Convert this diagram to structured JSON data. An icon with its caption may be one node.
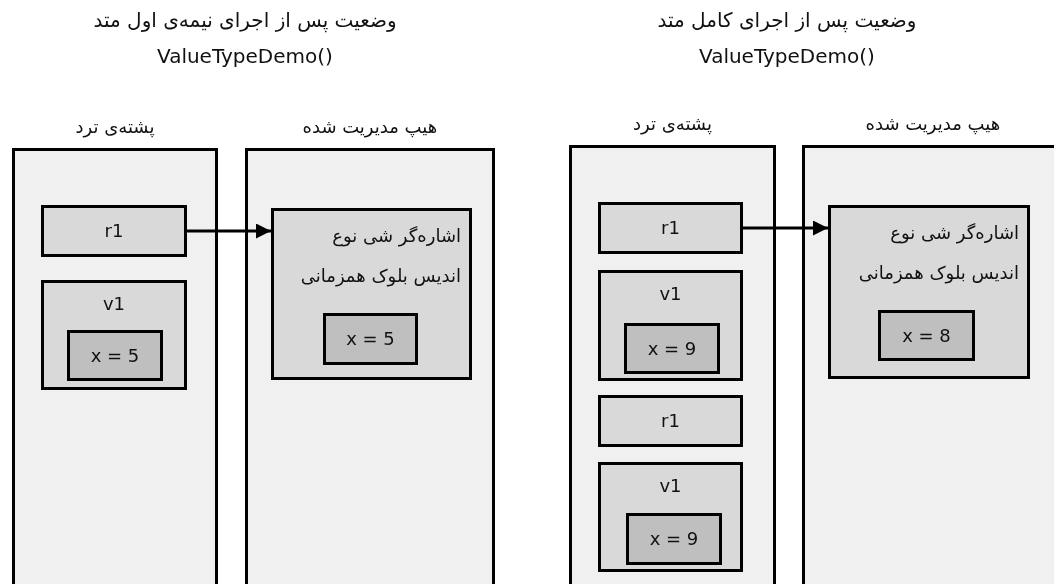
{
  "diagram": {
    "nodes": [
      {
        "text": [
          "پشته‌ی ترد"
        ]
      },
      {
        "text": [
          "r1"
        ],
        "in": 0
      },
      {
        "text": [
          "v1"
        ],
        "in": 0
      },
      {
        "text": [
          "x = 5"
        ],
        "in": 2
      },
      {
        "text": [
          "هیپ مدیریت شده"
        ]
      },
      {
        "text": [
          "اشاره‌گر شی نوع",
          "اندیس بلوک همزمانی"
        ],
        "in": 4
      },
      {
        "text": [
          "x = 5"
        ],
        "in": 5
      },
      {
        "text": [
          "پشته‌ی ترد"
        ]
      },
      {
        "text": [
          "r1"
        ],
        "in": 7
      },
      {
        "text": [
          "v1"
        ],
        "in": 7
      },
      {
        "text": [
          "x = 9"
        ],
        "in": 9
      },
      {
        "text": [
          "r1"
        ],
        "in": 7
      },
      {
        "text": [
          "v1"
        ],
        "in": 7
      },
      {
        "text": [
          "x = 9"
        ],
        "in": 12
      },
      {
        "text": [
          "هیپ مدیریت شده"
        ]
      },
      {
        "text": [
          "اشاره‌گر شی نوع",
          "اندیس بلوک همزمانی"
        ],
        "in": 14
      },
      {
        "text": [
          "x = 8"
        ],
        "in": 15
      }
    ],
    "edges": [
      {
        "from": 1,
        "to": 5,
        "arrow": "to"
      },
      {
        "from": 8,
        "to": 15,
        "arrow": "to"
      }
    ],
    "labels": [
      "وضعیت پس از اجرای نیمه‌ی اول متد",
      "ValueTypeDemo()",
      "وضعیت پس از اجرای کامل متد",
      "ValueTypeDemo()"
    ]
  }
}
